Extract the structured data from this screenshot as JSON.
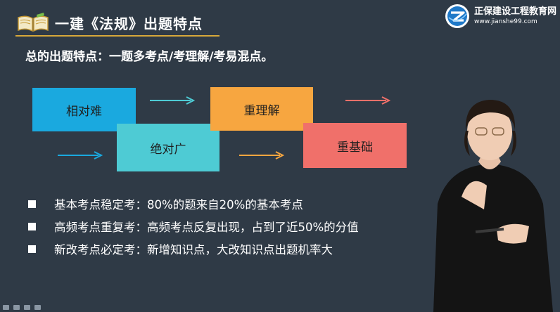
{
  "header": {
    "title": "一建《法规》出题特点",
    "logo_name": "正保建设工程教育网",
    "logo_url": "www.jianshe99.com"
  },
  "subtitle": "总的出题特点：一题多考点/考理解/考易混点。",
  "boxes": [
    {
      "label": "相对难",
      "color": "#1aa9df"
    },
    {
      "label": "绝对广",
      "color": "#4ecbd4"
    },
    {
      "label": "重理解",
      "color": "#f7a640"
    },
    {
      "label": "重基础",
      "color": "#f0706a"
    }
  ],
  "arrow_colors": [
    "#4ecbd4",
    "#f0706a",
    "#1aa9df",
    "#f7a640"
  ],
  "bullets": [
    "基本考点稳定考：80%的题来自20%的基本考点",
    "高频考点重复考：高频考点反复出现，占到了近50%的分值",
    "新改考点必定考：新增知识点，大改知识点出题机率大"
  ],
  "icons": {
    "title": "open-book-icon",
    "logo": "zhengbao-logo-icon",
    "bullet": "square-bullet-icon"
  }
}
